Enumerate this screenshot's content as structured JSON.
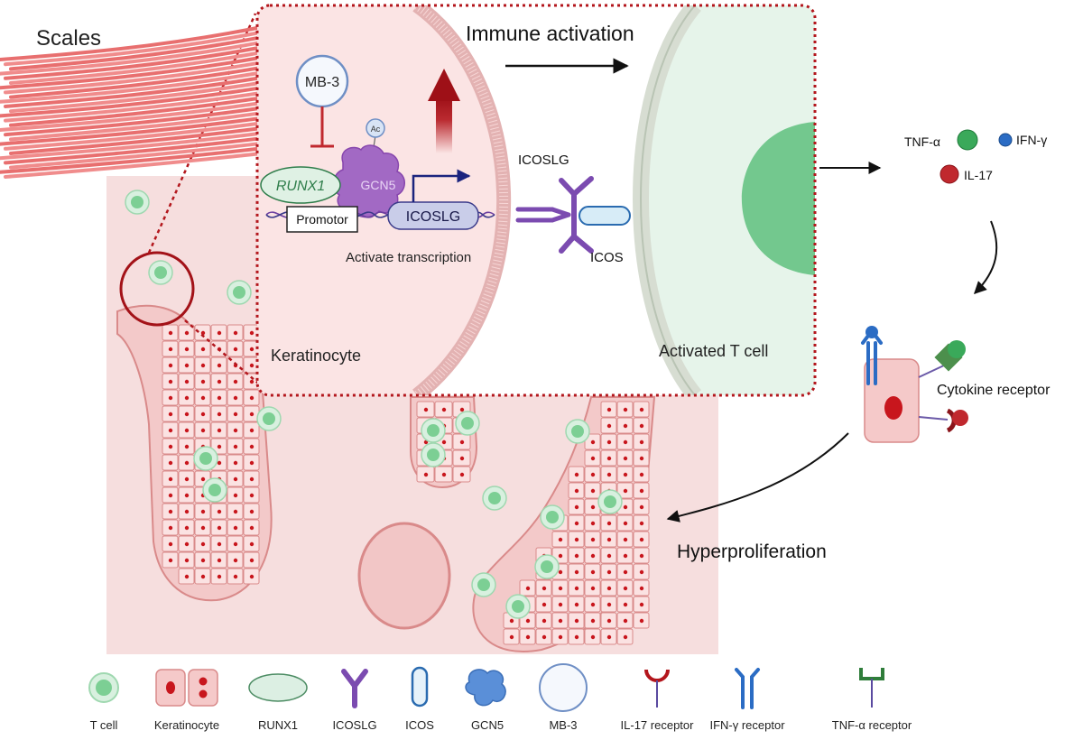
{
  "labels": {
    "scales": "Scales",
    "immune_activation": "Immune activation",
    "mb3": "MB-3",
    "ac": "Ac",
    "runx1": "RUNX1",
    "gcn5": "GCN5",
    "promotor": "Promotor",
    "icoslg_gene": "ICOSLG",
    "activate_transcription": "Activate transcription",
    "icoslg_protein": "ICOSLG",
    "icos": "ICOS",
    "keratinocyte": "Keratinocyte",
    "activated_t_cell": "Activated T cell",
    "tnf_alpha": "TNF-α",
    "ifn_gamma": "IFN-γ",
    "il17": "IL-17",
    "cytokine_receptor": "Cytokine receptor",
    "hyperproliferation": "Hyperproliferation"
  },
  "legend": [
    {
      "label": "T cell",
      "icon": "t-cell-icon"
    },
    {
      "label": "Keratinocyte",
      "icon": "keratinocyte-icon"
    },
    {
      "label": "RUNX1",
      "icon": "runx1-icon"
    },
    {
      "label": "ICOSLG",
      "icon": "icoslg-icon"
    },
    {
      "label": "ICOS",
      "icon": "icos-icon"
    },
    {
      "label": "GCN5",
      "icon": "gcn5-icon"
    },
    {
      "label": "MB-3",
      "icon": "mb3-icon"
    },
    {
      "label": "IL-17 receptor",
      "icon": "il17-receptor-icon"
    },
    {
      "label": "IFN-γ receptor",
      "icon": "ifn-gamma-receptor-icon"
    },
    {
      "label": "TNF-α receptor",
      "icon": "tnf-alpha-receptor-icon"
    }
  ],
  "colors": {
    "skin_pink": "#f5d9d9",
    "tissue_edge": "#d98a8a",
    "nucleus_red": "#c8161d",
    "t_cell_green": "#8fd6a4",
    "receptor_purple": "#7b4bb0",
    "gcn5_purple": "#9b59b6",
    "icos_blue": "#2a6bb0",
    "il17_red": "#c0282e",
    "ifn_blue": "#2b6cc4",
    "tnf_green": "#2f9e44",
    "zoom_border": "#c0282e"
  }
}
